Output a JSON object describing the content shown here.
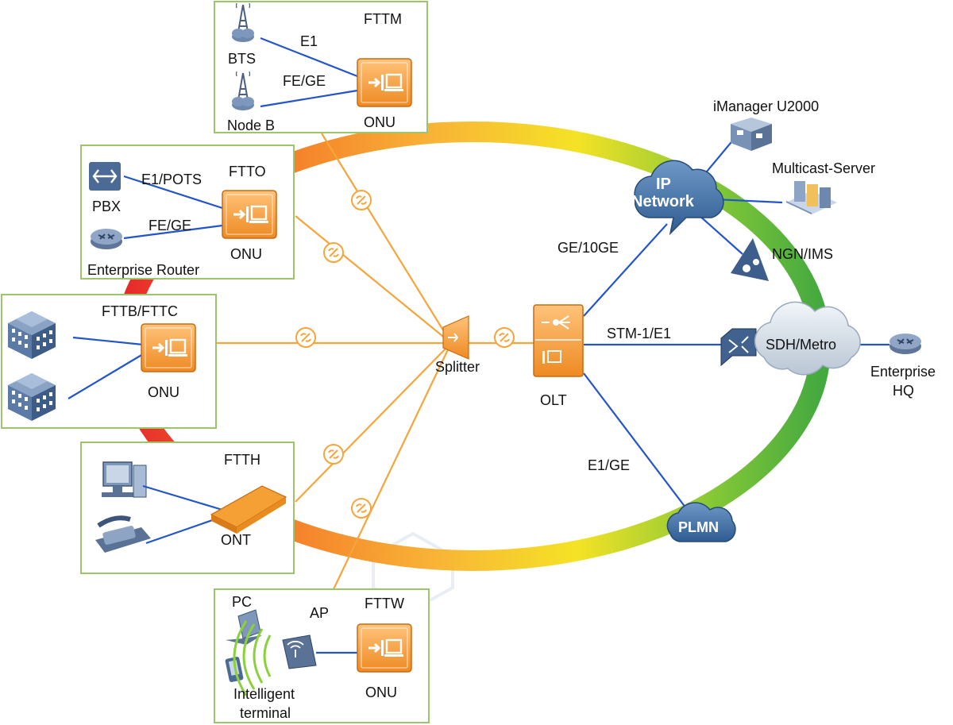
{
  "colors": {
    "fiber": "#f5a53a",
    "link": "#2255cc",
    "box_border": "#9cc46a",
    "onu_orange": "#f5a03c",
    "cloud_blue": "#3d6ea8",
    "sdh_gray": "#cfd8e2",
    "ring_gradient": [
      "#e61e1e",
      "#f8b12c",
      "#f4e11a",
      "#7cc42c",
      "#3aa535"
    ]
  },
  "icons": {
    "onu": "onu-device-icon",
    "tower": "radio-tower-icon",
    "building": "building-icon",
    "router": "router-icon",
    "pbx": "pbx-icon",
    "pc": "desktop-pc-icon",
    "phone": "telephone-icon",
    "laptop": "laptop-icon",
    "smartphone": "smartphone-icon",
    "ap": "wireless-ap-icon",
    "splitter": "splitter-icon",
    "olt": "olt-icon",
    "server": "server-icon",
    "switch": "switch-icon",
    "ngn": "ngn-ims-icon",
    "fiber_marker": "fiber-connector-icon"
  },
  "fttm": {
    "title": "FTTM",
    "bts": "BTS",
    "node_b": "Node B",
    "e1": "E1",
    "fe_ge": "FE/GE",
    "onu": "ONU"
  },
  "ftto": {
    "title": "FTTO",
    "pbx": "PBX",
    "e1_pots": "E1/POTS",
    "fe_ge": "FE/GE",
    "onu": "ONU",
    "router": "Enterprise Router"
  },
  "fttb": {
    "title": "FTTB/FTTC",
    "onu": "ONU"
  },
  "ftth": {
    "title": "FTTH",
    "ont": "ONT"
  },
  "fttw": {
    "title": "FTTW",
    "pc": "PC",
    "ap": "AP",
    "terminal_line1": "Intelligent",
    "terminal_line2": "terminal",
    "onu": "ONU"
  },
  "center": {
    "splitter": "Splitter",
    "olt": "OLT"
  },
  "core": {
    "ge_10ge": "GE/10GE",
    "stm1_e1": "STM-1/E1",
    "e1_ge": "E1/GE",
    "ip_line1": "IP",
    "ip_line2": "Network",
    "imanager": "iManager U2000",
    "multicast": "Multicast-Server",
    "ngn": "NGN/IMS",
    "sdh": "SDH/Metro",
    "hq_line1": "Enterprise",
    "hq_line2": "HQ",
    "plmn": "PLMN"
  }
}
